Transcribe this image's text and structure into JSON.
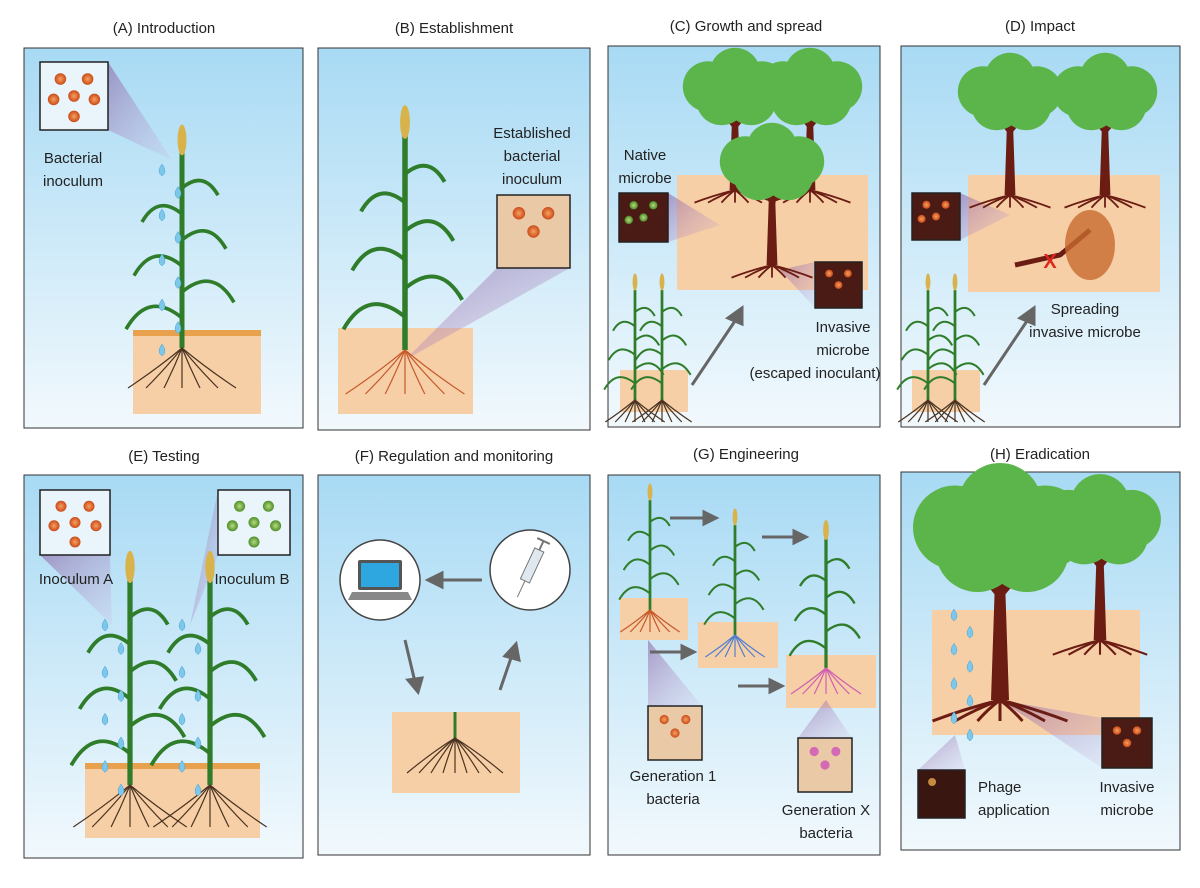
{
  "panels": {
    "A": {
      "title": "(A) Introduction",
      "label": [
        "Bacterial",
        "inoculum"
      ]
    },
    "B": {
      "title": "(B) Establishment",
      "label": [
        "Established",
        "bacterial",
        "inoculum"
      ]
    },
    "C": {
      "title": "(C) Growth and spread",
      "native": [
        "Native",
        "microbe"
      ],
      "invasive": [
        "Invasive",
        "microbe",
        "(escaped inoculant)"
      ]
    },
    "D": {
      "title": "(D) Impact",
      "label": [
        "Spreading",
        "invasive microbe"
      ],
      "mark": "X"
    },
    "E": {
      "title": "(E) Testing",
      "inoculum_a": "Inoculum A",
      "inoculum_b": "Inoculum B"
    },
    "F": {
      "title": "(F) Regulation and monitoring"
    },
    "G": {
      "title": "(G) Engineering",
      "gen1": [
        "Generation 1",
        "bacteria"
      ],
      "genx": [
        "Generation X",
        "bacteria"
      ]
    },
    "H": {
      "title": "(H) Eradication",
      "phage": [
        "Phage",
        "application"
      ],
      "invasive": [
        "Invasive",
        "microbe"
      ]
    }
  },
  "colors": {
    "sky_top": "#a8daf4",
    "sky_bottom": "#eef7fc",
    "soil": "#f7cfa6",
    "inoculum_a": "#e0662a",
    "inoculum_b": "#6aa83a",
    "plant": "#2f7d2a",
    "tree_leaf": "#5cb54a",
    "trunk": "#6b1d14"
  }
}
